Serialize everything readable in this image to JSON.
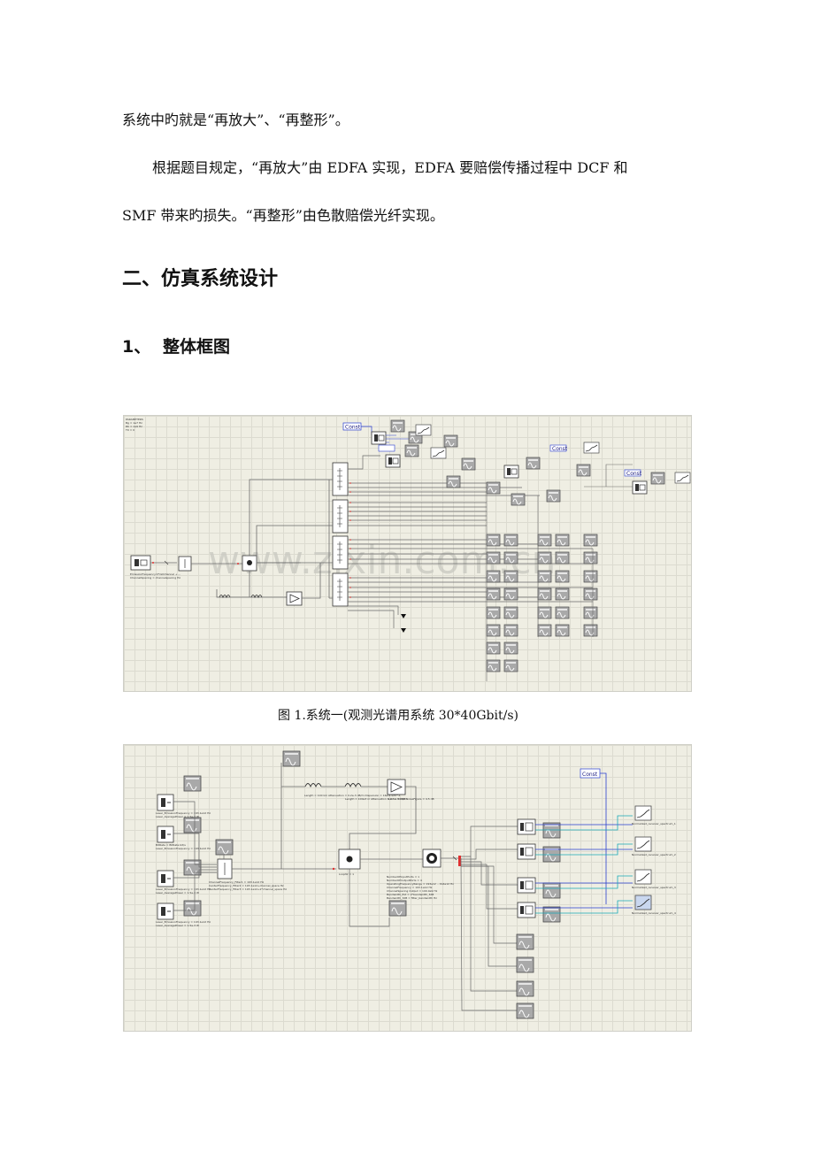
{
  "text": {
    "p1": "系统中旳就是“再放大”、“再整形”。",
    "p2_line1": "根据题目规定，“再放大”由 EDFA 实现，EDFA 要赔偿传播过程中 DCF 和",
    "p2_line2": "SMF 带来旳损失。“再整形”由色散赔偿光纤实现。",
    "section_heading": "二、仿真系统设计",
    "subsection_number": "1、",
    "subsection_title": "整体框图",
    "figure1_caption": "图 1.系统一(观测光谱用系统 30*40Gbit/s)"
  },
  "figure1": {
    "const_label": "Const",
    "watermark": "www.zixin.com.cn",
    "params_block": [
      "PARAMETERS",
      "Bg = 1e7 Hz",
      "Rb = 1e9 Hz",
      "T0 = 0"
    ]
  },
  "figure2": {
    "const_label": "Const",
    "fiber_params": "Length = 100 km  Attenuation = 0.2e-3 dB/m  Dispersion = 16e-6 s/m^2",
    "dcf_params": "Length = 100e3 m  Attenuation = 0.5e-3 dB/m",
    "amp_params": "Gain = 20 dB  NoiseFigure = 4.5 dB"
  },
  "colors": {
    "wire": "#6a6a6a",
    "signal": "#e03030",
    "blue_wire": "#2a3fcf",
    "cyan_wire": "#18a8b8",
    "block_fill": "#a9a9a9",
    "block_stroke": "#4a4a4a",
    "canvas": "#efeee3"
  },
  "icons": [
    "oscilloscope-icon",
    "spectrum-analyzer-icon",
    "laser-source-icon",
    "multiplexer-icon",
    "fiber-coil-icon",
    "amplifier-icon",
    "bit-error-tester-icon"
  ]
}
